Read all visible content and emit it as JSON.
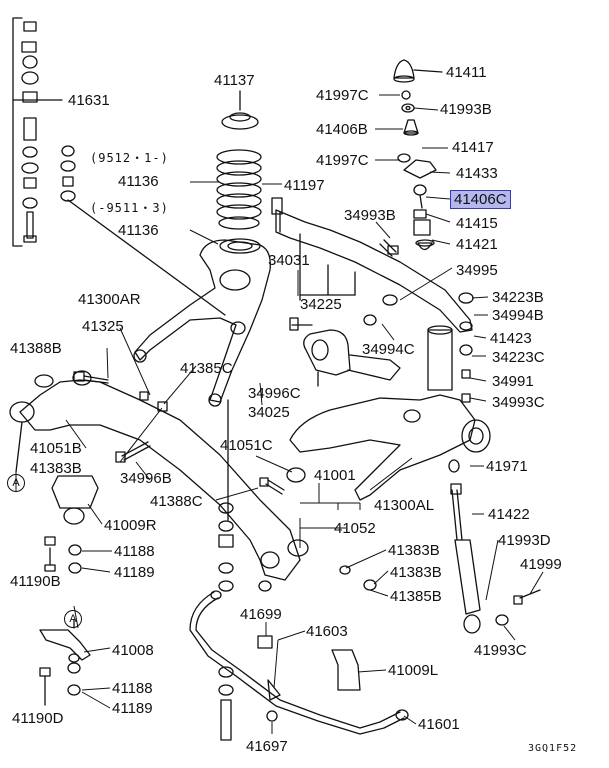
{
  "labels": {
    "p41631": "41631",
    "p41137": "41137",
    "p41411": "41411",
    "p41997c_a": "41997C",
    "p41993b": "41993B",
    "p41406b": "41406B",
    "p41417": "41417",
    "p41997c_b": "41997C",
    "p41433": "41433",
    "p41406c": "41406C",
    "p41415": "41415",
    "p41421": "41421",
    "p34993b": "34993B",
    "date_from": "(9512・1-)",
    "p41136_a": "41136",
    "p41197": "41197",
    "date_to": "(-9511・3)",
    "p41136_b": "41136",
    "p34031": "34031",
    "p34995": "34995",
    "p41300ar": "41300AR",
    "p34225": "34225",
    "p34223b": "34223B",
    "p34994b": "34994B",
    "p41325": "41325",
    "p41423": "41423",
    "p41388b": "41388B",
    "p34994c": "34994C",
    "p34223c": "34223C",
    "p41385c": "41385C",
    "p34991": "34991",
    "p34996c": "34996C",
    "p34993c": "34993C",
    "p34025": "34025",
    "p41051b": "41051B",
    "p41051c": "41051C",
    "p41971": "41971",
    "p41383b_a": "41383B",
    "p34996b": "34996B",
    "p41001": "41001",
    "p41300al": "41300AL",
    "p41388c": "41388C",
    "p41422": "41422",
    "p41009r": "41009R",
    "p41052": "41052",
    "p41993d": "41993D",
    "p41188_a": "41188",
    "p41383b_b": "41383B",
    "p41999": "41999",
    "p41190b": "41190B",
    "p41189_a": "41189",
    "p41383b_c": "41383B",
    "p41385b": "41385B",
    "p41699": "41699",
    "p41603": "41603",
    "p41993c": "41993C",
    "p41008": "41008",
    "p41009l": "41009L",
    "p41188_b": "41188",
    "p41190d": "41190D",
    "p41189_b": "41189",
    "p41601": "41601",
    "p41697": "41697",
    "ref_a_1": "A",
    "ref_a_2": "A",
    "drawing_code": "3GQ1F52"
  },
  "highlight_color": "#b4b8ee"
}
